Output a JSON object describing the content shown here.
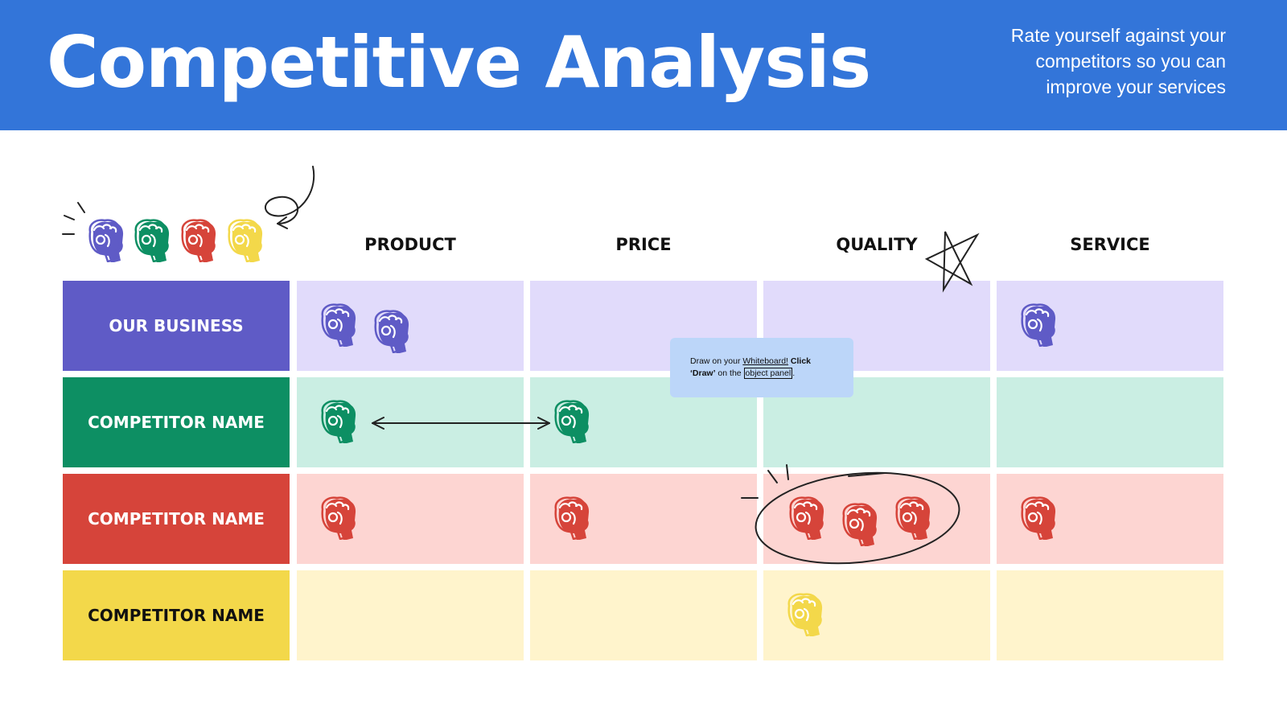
{
  "header": {
    "title": "Competitive Analysis",
    "subtitle_lines": [
      "Rate yourself against your",
      "competitors so you can",
      "improve your services"
    ],
    "background": "#3375d9"
  },
  "columns": [
    "PRODUCT",
    "PRICE",
    "QUALITY",
    "SERVICE"
  ],
  "rows": [
    {
      "label": "OUR BUSINESS",
      "label_color": "#ffffff",
      "header_bg": "#5f5bc6",
      "cell_bg": "#e1dbfb",
      "fist_color": "#5f5bc6",
      "ratings": [
        2,
        0,
        0,
        1
      ]
    },
    {
      "label": "COMPETITOR NAME",
      "label_color": "#ffffff",
      "header_bg": "#0d8f63",
      "cell_bg": "#caeee3",
      "fist_color": "#0d8f63",
      "ratings": [
        1,
        1,
        0,
        0
      ]
    },
    {
      "label": "COMPETITOR NAME",
      "label_color": "#ffffff",
      "header_bg": "#d6443a",
      "cell_bg": "#fdd5d2",
      "fist_color": "#d6443a",
      "ratings": [
        1,
        1,
        3,
        1
      ]
    },
    {
      "label": "COMPETITOR NAME",
      "label_color": "#111111",
      "header_bg": "#f3d84a",
      "cell_bg": "#fff4cc",
      "fist_color": "#f3d84a",
      "ratings": [
        0,
        0,
        1,
        0
      ]
    }
  ],
  "legend_icons": [
    "purple-fist-icon",
    "green-fist-icon",
    "red-fist-icon",
    "yellow-fist-icon"
  ],
  "legend_colors": [
    "#5f5bc6",
    "#0d8f63",
    "#d6443a",
    "#f3d84a"
  ],
  "tooltip": {
    "part1": "Draw on your ",
    "link1": "Whiteboard!",
    "bold1": " Click",
    "bold2": "‘Draw’",
    "part2": " on the ",
    "boxed": "object panel",
    "part3": "."
  }
}
